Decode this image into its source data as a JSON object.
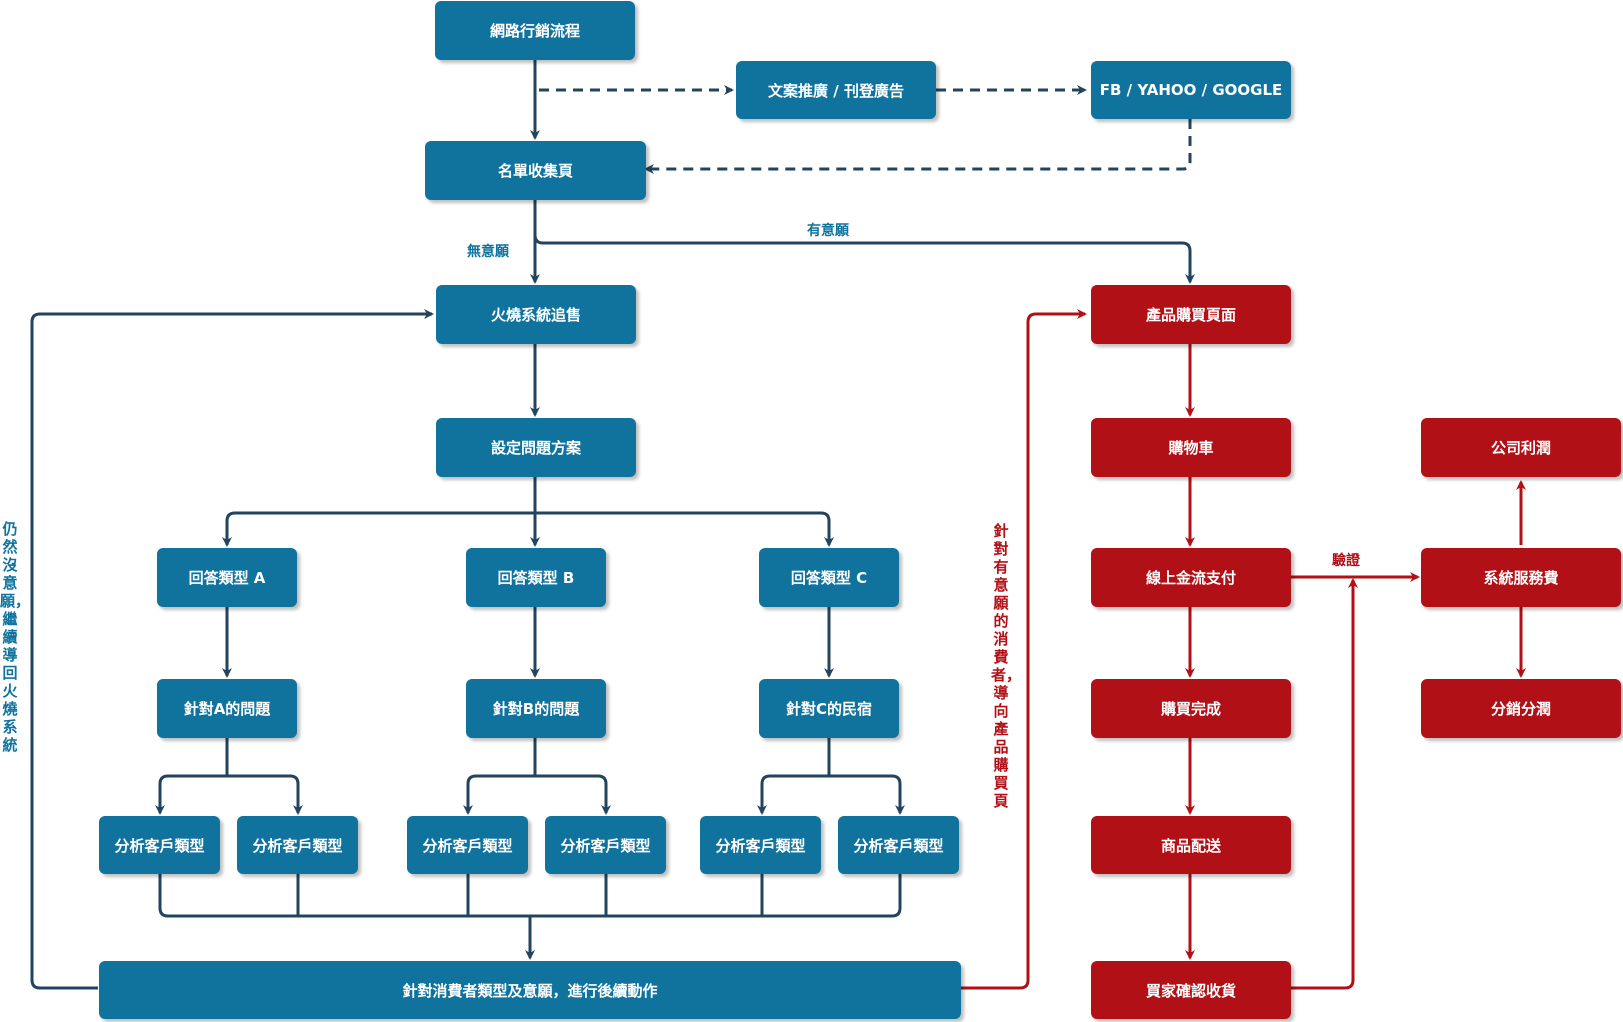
{
  "colors": {
    "blue": "#10739e",
    "red": "#b11016",
    "dark_line": "#23445d",
    "white": "#ffffff"
  },
  "nodes": {
    "start": "網路行銷流程",
    "copywriting": "文案推廣 / 刊登廣告",
    "ad_platforms": "FB / YAHOO / GOOGLE",
    "lead_page": "名單收集頁",
    "drip_system": "火燒系統追售",
    "set_questions": "設定問題方案",
    "answer_a": "回答類型 A",
    "answer_b": "回答類型 B",
    "answer_c": "回答類型 C",
    "issue_a": "針對A的問題",
    "issue_b": "針對B的問題",
    "issue_c": "針對C的民宿",
    "analyze_1": "分析客戶類型",
    "analyze_2": "分析客戶類型",
    "analyze_3": "分析客戶類型",
    "analyze_4": "分析客戶類型",
    "analyze_5": "分析客戶類型",
    "analyze_6": "分析客戶類型",
    "follow_up": "針對消費者類型及意願，進行後續動作",
    "product_page": "產品購買頁面",
    "cart": "購物車",
    "payment": "線上金流支付",
    "purchase_done": "購買完成",
    "delivery": "商品配送",
    "receipt": "買家確認收貨",
    "service_fee": "系統服務費",
    "company_profit": "公司利潤",
    "distribution_share": "分銷分潤"
  },
  "labels": {
    "no_intent": "無意願",
    "has_intent": "有意願",
    "verify": "驗證",
    "loop_back": "仍然沒意願，繼續導回火燒系統",
    "to_product": "針對有意願的消費者，導向產品購買頁"
  }
}
